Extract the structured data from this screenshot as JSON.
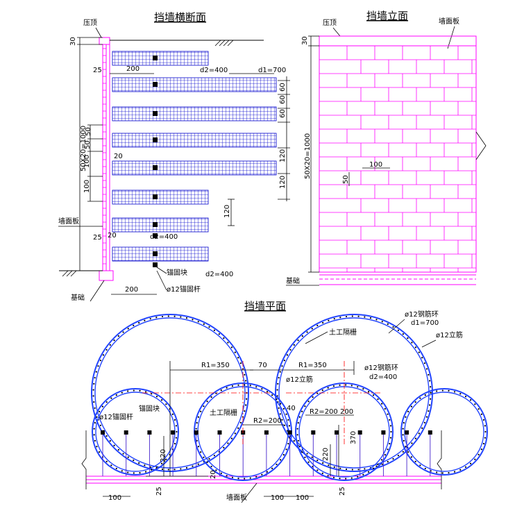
{
  "section": {
    "title": "挡墙横断面",
    "top_label": "压顶",
    "wall_panel_label": "墙面板",
    "base_label": "基础",
    "anchor_block_label": "锚固块",
    "anchor_rod_label": "ø12锚固杆",
    "d2_top": "d2=400",
    "d1_top": "d1=700",
    "d2_mid": "d2=400",
    "d2_bottom": "d2=400",
    "dim_30": "30",
    "dim_25_top": "25",
    "dim_200_top": "200",
    "dim_height": "50X20=1000",
    "dim_50a": "50",
    "dim_50b": "50",
    "dim_100a": "100",
    "dim_100b": "100",
    "dim_20a": "20",
    "dim_20b": "20",
    "dim_25_bottom": "25",
    "dim_200_bottom": "200",
    "dim_60a": "60",
    "dim_60b": "60",
    "dim_60c": "60",
    "dim_120a": "120",
    "dim_120b": "120",
    "dim_120c": "120"
  },
  "elevation": {
    "title": "挡墙立面",
    "top_label": "压顶",
    "panel_label": "墙面板",
    "base_label": "基础",
    "dim_30": "30",
    "dim_height": "50X20=1000",
    "dim_100": "100",
    "dim_50": "50"
  },
  "plan": {
    "title": "挡墙平面",
    "ring_label_1": "ø12钢筋环",
    "d1_label": "d1=700",
    "vert_bar_1": "ø12立筋",
    "geogrid_1": "土工隔栅",
    "r1_left": "R1=350",
    "r1_right": "R1=350",
    "dim_70": "70",
    "ring_label_2": "ø12钢筋环",
    "d2_label": "d2=400",
    "vert_bar_2": "ø12立筋",
    "anchor_block": "锚固块",
    "anchor_rod": "ø12锚固杆",
    "geogrid_2": "土工隔栅",
    "r2_left": "R2=200",
    "dim_40": "40",
    "r2_right": "R2=200",
    "dim_200": "200",
    "dim_20": "20",
    "dim_220": "220",
    "dim_370": "370",
    "dim_25a": "25",
    "dim_25b": "25",
    "dim_100a": "100",
    "dim_100b": "100",
    "dim_100c": "100",
    "panel_label": "墙面板"
  },
  "colors": {
    "wall": "#ff00ff",
    "grid": "#0000cc",
    "ring": "#2244ff",
    "dim": "#000000",
    "centerline": "#ff0000"
  }
}
